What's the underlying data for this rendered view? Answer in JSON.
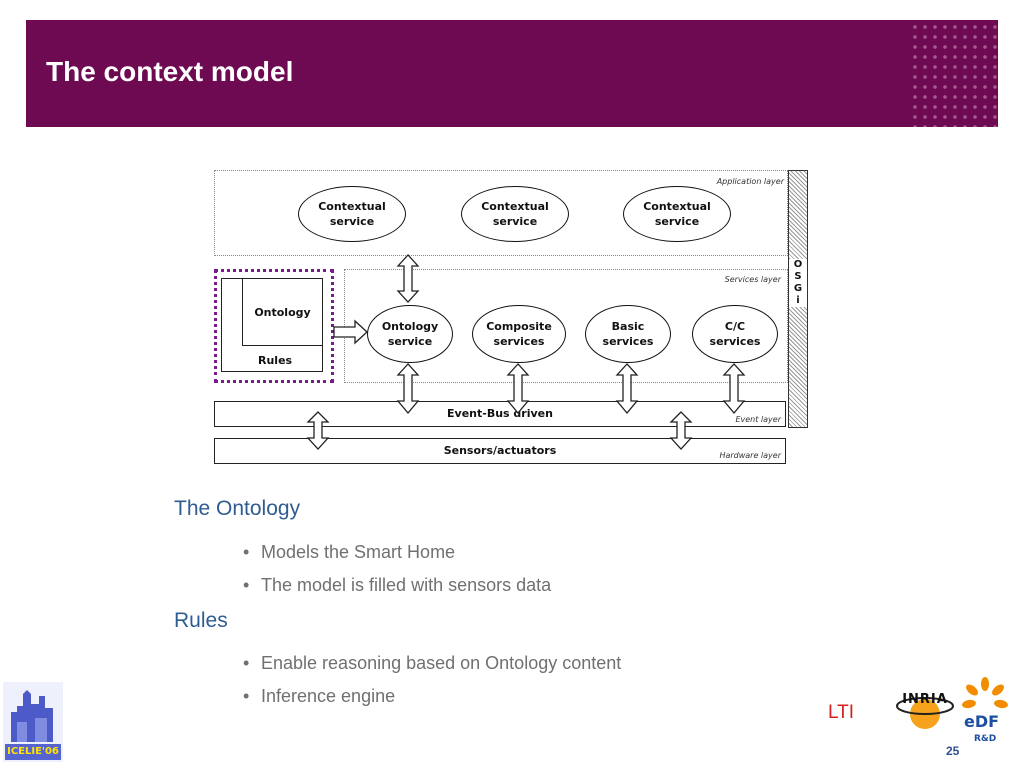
{
  "slide": {
    "title": "The context model",
    "page_number": "25"
  },
  "diagram": {
    "layers": {
      "application": "Application  layer",
      "services": "Services layer",
      "event": "Event layer",
      "hardware": "Hardware layer"
    },
    "application_nodes": [
      "Contextual\nservice",
      "Contextual\nservice",
      "Contextual\nservice"
    ],
    "service_nodes": [
      "Ontology\nservice",
      "Composite\nservices",
      "Basic\nservices",
      "C/C\nservices"
    ],
    "ontology_label": "Ontology",
    "rules_label": "Rules",
    "event_bus": "Event-Bus driven",
    "sensors": "Sensors/actuators",
    "osgi_letters": [
      "O",
      "S",
      "G",
      "i"
    ]
  },
  "content": {
    "ontology_heading": "The Ontology",
    "ontology_bullets": [
      "Models the Smart Home",
      "The model is filled with sensors data"
    ],
    "rules_heading": "Rules",
    "rules_bullets": [
      "Enable reasoning based on Ontology content",
      "Inference engine"
    ]
  },
  "footer": {
    "icelie_logo": "ICELIE'06",
    "lti": "LTI",
    "inria_logo": "INRIA",
    "edf_logo": "eDF",
    "rd_logo": "R&D"
  },
  "colors": {
    "header_bg": "#6e0a52",
    "heading": "#2f5c91",
    "bullet_text": "#707070",
    "lti": "#d4201f",
    "purple_dotted": "#7b1a8c"
  }
}
